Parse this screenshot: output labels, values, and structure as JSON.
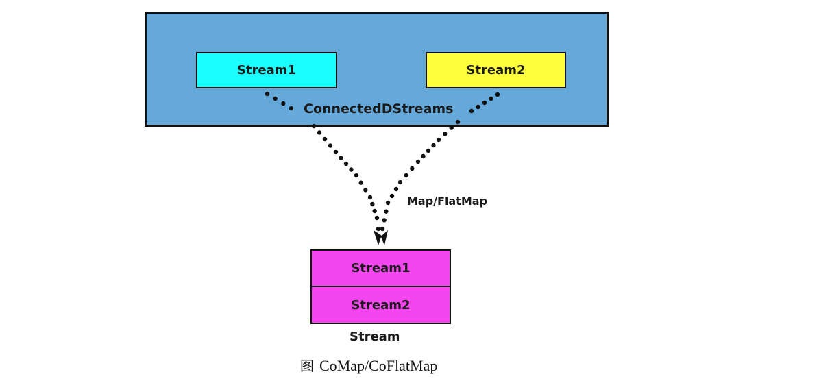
{
  "diagram": {
    "connected": {
      "label": "ConnectedDStreams",
      "fill": "#64a9d9",
      "inputs": [
        {
          "label": "Stream1",
          "fill": "#19ffff"
        },
        {
          "label": "Stream2",
          "fill": "#ffff3c"
        }
      ]
    },
    "transform": {
      "label": "Map/FlatMap"
    },
    "output": {
      "label": "Stream",
      "fill": "#f545f0",
      "parts": [
        {
          "label": "Stream1"
        },
        {
          "label": "Stream2"
        }
      ]
    },
    "caption": {
      "prefix": "图",
      "text": "CoMap/CoFlatMap"
    }
  }
}
